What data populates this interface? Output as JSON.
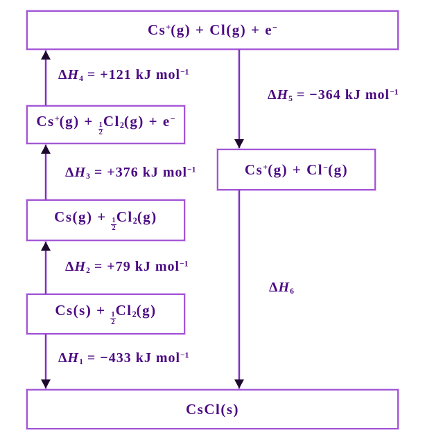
{
  "colors": {
    "bg": "#ffffff",
    "border": "#a355d6",
    "line": "#7d2ebe",
    "ink": "#4b0982",
    "head": "#1e0a2e"
  },
  "boxes": {
    "top": {
      "s1": "Cs",
      "sup1": "+",
      "s2": "(g) + Cl(g) + e",
      "sup2": "−"
    },
    "ion_cl2": {
      "s1": "Cs",
      "sup1": "+",
      "s2": "(g) + ",
      "frac_n": "1",
      "frac_d": "2",
      "s3": "Cl",
      "sub1": "2",
      "s4": "(g) + e",
      "sup2": "−"
    },
    "gas": {
      "s1": "Cs(g) + ",
      "frac_n": "1",
      "frac_d": "2",
      "s2": "Cl",
      "sub1": "2",
      "s3": "(g)"
    },
    "solid": {
      "s1": "Cs(s) + ",
      "frac_n": "1",
      "frac_d": "2",
      "s2": "Cl",
      "sub1": "2",
      "s3": "(g)"
    },
    "ions": {
      "s1": "Cs",
      "sup1": "+",
      "s2": "(g) + Cl",
      "sup2": "−",
      "s3": "(g)"
    },
    "product": {
      "s1": "CsCl(s)"
    }
  },
  "labels": {
    "dh4": {
      "delta": "Δ",
      "h": "H",
      "sub": "4",
      "rest": " = +121 kJ mol",
      "sup": "−1"
    },
    "dh5": {
      "delta": "Δ",
      "h": "H",
      "sub": "5",
      "rest": " = −364 kJ mol",
      "sup": "−1"
    },
    "dh3": {
      "delta": "Δ",
      "h": "H",
      "sub": "3",
      "rest": " = +376 kJ mol",
      "sup": "−1"
    },
    "dh2": {
      "delta": "Δ",
      "h": "H",
      "sub": "2",
      "rest": " = +79 kJ mol",
      "sup": "−1"
    },
    "dh1": {
      "delta": "Δ",
      "h": "H",
      "sub": "1",
      "rest": " = −433 kJ mol",
      "sup": "−1"
    },
    "dh6": {
      "delta": "Δ",
      "h": "H",
      "sub": "6"
    }
  }
}
